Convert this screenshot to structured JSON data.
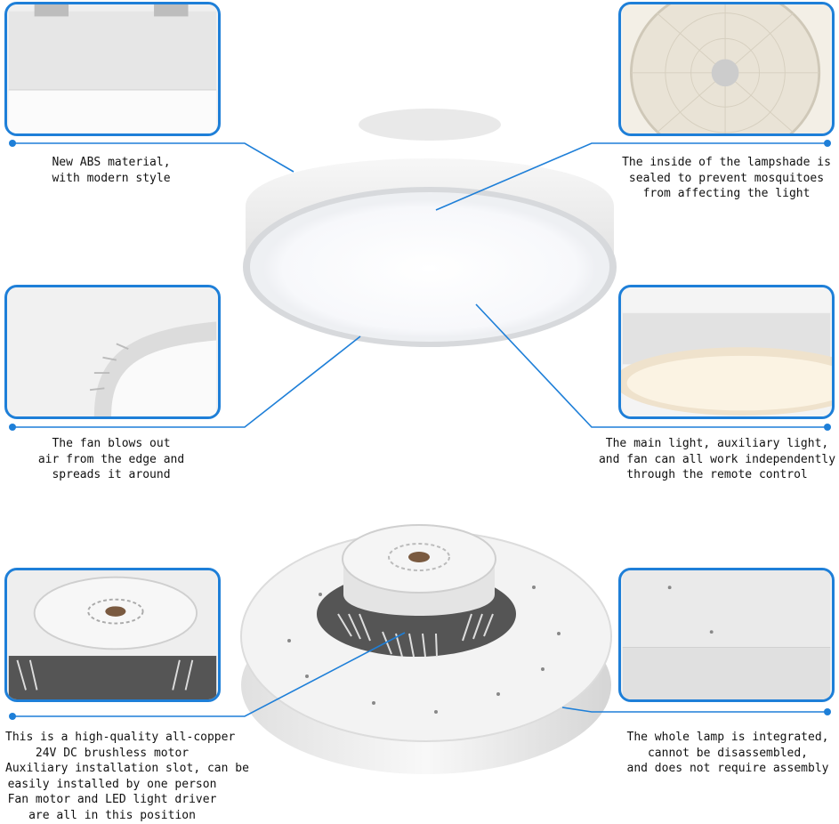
{
  "colors": {
    "accent": "#1e7fd8",
    "product": "#f1f1f1",
    "panel": "#ffffff"
  },
  "callouts": [
    {
      "id": "abs-material",
      "lines": [
        "New ABS material,",
        "with modern style"
      ]
    },
    {
      "id": "lampshade-sealed",
      "lines": [
        "The inside of the lampshade is",
        "sealed to prevent mosquitoes",
        "from affecting the light"
      ]
    },
    {
      "id": "fan-edge",
      "lines": [
        "The fan blows out",
        "air from the edge and",
        "spreads it around"
      ]
    },
    {
      "id": "independent-control",
      "lines": [
        "The main light, auxiliary light,",
        "and fan can all work independently",
        "through the remote control"
      ]
    },
    {
      "id": "motor",
      "lines": [
        "This is a high-quality all-copper",
        "24V DC brushless motor",
        "Auxiliary installation slot, can be",
        "easily installed by one person",
        "Fan motor and LED light driver",
        "are all in this position"
      ]
    },
    {
      "id": "integrated",
      "lines": [
        "The whole lamp is integrated,",
        "cannot be disassembled,",
        "and does not require assembly"
      ]
    }
  ]
}
